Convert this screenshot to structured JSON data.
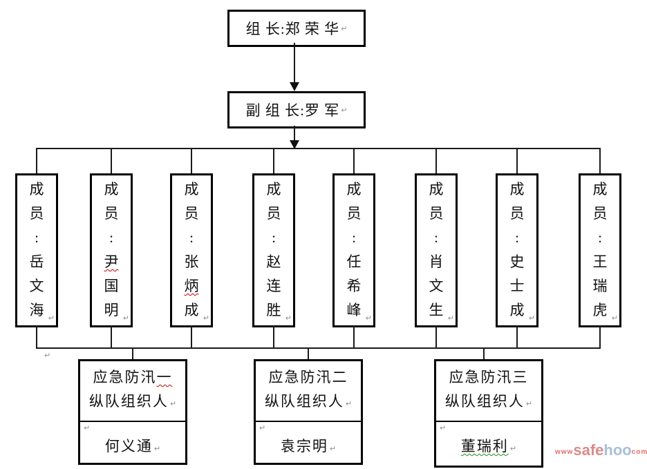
{
  "diagram": {
    "return_mark": "↵",
    "leader": {
      "text": "组 长:郑 荣 华"
    },
    "deputy": {
      "text": "副 组 长:罗 军"
    },
    "member_label": "成员",
    "member_colon": ":",
    "members": [
      {
        "name_pre": "岳文海",
        "name_marked": "",
        "name_post": ""
      },
      {
        "name_pre": "",
        "name_marked": "尹",
        "name_post": "国明"
      },
      {
        "name_pre": "张",
        "name_marked": "炳",
        "name_post": "成"
      },
      {
        "name_pre": "赵连胜",
        "name_marked": "",
        "name_post": ""
      },
      {
        "name_pre": "任希峰",
        "name_marked": "",
        "name_post": ""
      },
      {
        "name_pre": "肖文生",
        "name_marked": "",
        "name_post": ""
      },
      {
        "name_pre": "史士成",
        "name_marked": "",
        "name_post": ""
      },
      {
        "name_pre": "王瑞虎",
        "name_marked": "",
        "name_post": ""
      }
    ],
    "groups": [
      {
        "title_pre": "应急防汛",
        "title_marked": "一",
        "title_line2": "纵队组织人",
        "name_plain": "何义通",
        "name_marked": ""
      },
      {
        "title_pre": "应急防汛二",
        "title_marked": "",
        "title_line2": "纵队组织人",
        "name_plain": "袁宗明",
        "name_marked": ""
      },
      {
        "title_pre": "应急防汛三",
        "title_marked": "",
        "title_line2": "纵队组织人",
        "name_plain": "",
        "name_marked": "董瑞利"
      }
    ],
    "watermark": {
      "www": "www",
      "safe": "safe",
      "hoo": "hoo",
      "com": "com"
    },
    "colors": {
      "line": "#1a1a1a",
      "box_border": "#000000",
      "wavy_red": "#cc0000",
      "wavy_green": "#1e8a1e",
      "return_gray": "#8f8f8f",
      "watermark_red": "#e06c6c",
      "watermark_salmon": "#d98b8b",
      "watermark_blue": "#a9bedb"
    }
  }
}
